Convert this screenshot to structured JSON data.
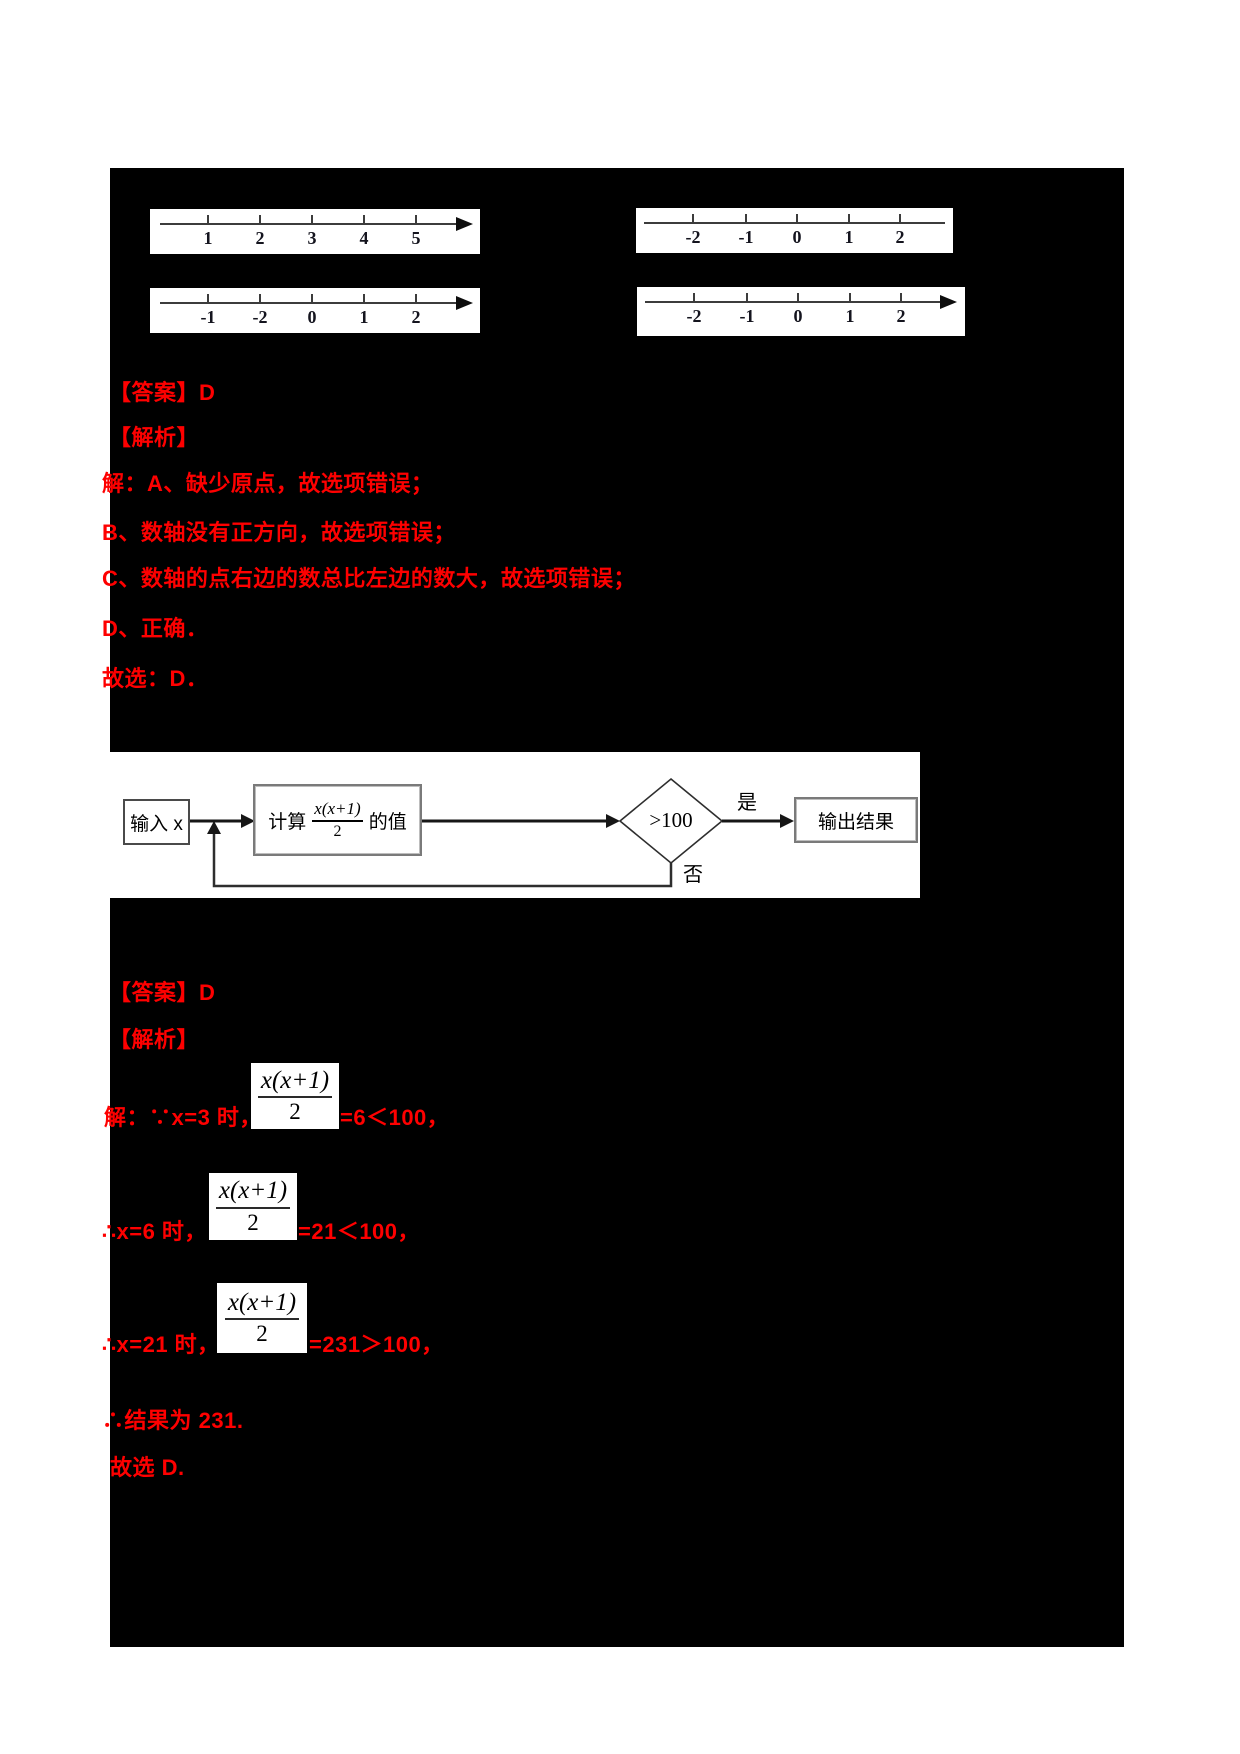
{
  "colors": {
    "accent_red": "#fe0000",
    "panel_black": "#000000"
  },
  "number_lines": {
    "a": {
      "labels": [
        "1",
        "2",
        "3",
        "4",
        "5"
      ],
      "arrow": "true"
    },
    "b": {
      "labels": [
        "-2",
        "-1",
        "0",
        "1",
        "2"
      ],
      "arrow": "false"
    },
    "c": {
      "labels": [
        "-1",
        "-2",
        "0",
        "1",
        "2"
      ],
      "arrow": "true"
    },
    "d": {
      "labels": [
        "-2",
        "-1",
        "0",
        "1",
        "2"
      ],
      "arrow": "true"
    }
  },
  "answer1": {
    "answer": "【答案】D",
    "analysis": "【解析】",
    "line_a": "解：A、缺少原点，故选项错误；",
    "line_b": "B、数轴没有正方向，故选项错误；",
    "line_c": "C、数轴的点右边的数总比左边的数大，故选项错误；",
    "line_d": "D、正确．",
    "conclusion": "故选：D．"
  },
  "flowchart": {
    "input": "输入 x",
    "compute_prefix": "计算",
    "frac_num": "x(x+1)",
    "frac_den": "2",
    "compute_suffix": "的值",
    "condition": ">100",
    "yes_label": "是",
    "no_label": "否",
    "output": "输出结果"
  },
  "answer2": {
    "answer": "【答案】D",
    "analysis": "【解析】",
    "steps": [
      {
        "pre": "解：∵x=3 时，",
        "num": "x(x+1)",
        "den": "2",
        "post": "=6＜100，"
      },
      {
        "pre": "∴x=6 时，",
        "num": "x(x+1)",
        "den": "2",
        "post": "=21＜100，"
      },
      {
        "pre": "∴x=21 时，",
        "num": "x(x+1)",
        "den": "2",
        "post": "=231＞100，"
      }
    ],
    "result": "∴结果为 231.",
    "conclusion": "故选 D."
  }
}
